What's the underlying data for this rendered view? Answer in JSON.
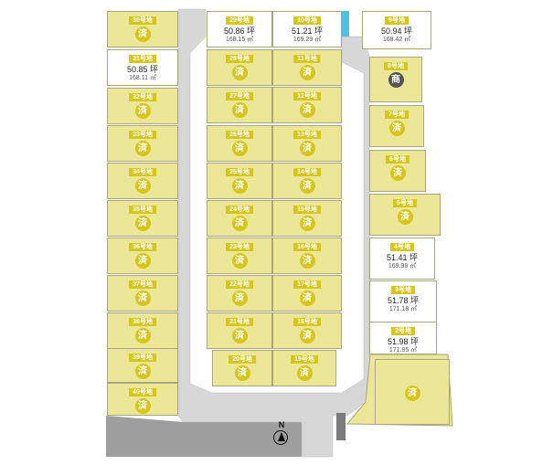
{
  "legend": {
    "sold_mark": "済",
    "shop_mark": "商",
    "north": "N"
  },
  "plots": [
    {
      "id": "p30",
      "label": "30号地",
      "status": "sold"
    },
    {
      "id": "p31",
      "label": "31号地",
      "status": "available",
      "tsubo": "50.85 坪",
      "sqm": "168.11 ㎡"
    },
    {
      "id": "p32",
      "label": "32号地",
      "status": "sold"
    },
    {
      "id": "p33",
      "label": "33号地",
      "status": "sold"
    },
    {
      "id": "p34",
      "label": "34号地",
      "status": "sold"
    },
    {
      "id": "p35",
      "label": "35号地",
      "status": "sold"
    },
    {
      "id": "p36",
      "label": "36号地",
      "status": "sold"
    },
    {
      "id": "p37",
      "label": "37号地",
      "status": "sold"
    },
    {
      "id": "p38",
      "label": "38号地",
      "status": "sold"
    },
    {
      "id": "p39",
      "label": "39号地",
      "status": "sold"
    },
    {
      "id": "p40",
      "label": "40号地",
      "status": "sold"
    },
    {
      "id": "p29",
      "label": "29号地",
      "status": "available",
      "tsubo": "50.86 坪",
      "sqm": "168.15 ㎡"
    },
    {
      "id": "p28",
      "label": "28号地",
      "status": "sold"
    },
    {
      "id": "p27",
      "label": "27号地",
      "status": "sold"
    },
    {
      "id": "p26",
      "label": "26号地",
      "status": "sold"
    },
    {
      "id": "p25",
      "label": "25号地",
      "status": "sold"
    },
    {
      "id": "p24",
      "label": "24号地",
      "status": "sold"
    },
    {
      "id": "p23",
      "label": "23号地",
      "status": "sold"
    },
    {
      "id": "p22",
      "label": "22号地",
      "status": "sold"
    },
    {
      "id": "p21",
      "label": "21号地",
      "status": "sold"
    },
    {
      "id": "p20",
      "label": "20号地",
      "status": "sold"
    },
    {
      "id": "p10",
      "label": "10号地",
      "status": "available",
      "tsubo": "51.21 坪",
      "sqm": "169.29 ㎡"
    },
    {
      "id": "p11",
      "label": "11号地",
      "status": "sold"
    },
    {
      "id": "p12",
      "label": "12号地",
      "status": "sold"
    },
    {
      "id": "p13",
      "label": "13号地",
      "status": "sold"
    },
    {
      "id": "p14",
      "label": "14号地",
      "status": "sold"
    },
    {
      "id": "p15",
      "label": "15号地",
      "status": "sold"
    },
    {
      "id": "p16",
      "label": "16号地",
      "status": "sold"
    },
    {
      "id": "p17",
      "label": "17号地",
      "status": "sold"
    },
    {
      "id": "p18",
      "label": "18号地",
      "status": "sold"
    },
    {
      "id": "p19",
      "label": "19号地",
      "status": "sold"
    },
    {
      "id": "p9",
      "label": "9号地",
      "status": "available",
      "tsubo": "50.94 坪",
      "sqm": "168.42 ㎡"
    },
    {
      "id": "p8",
      "label": "8号地",
      "status": "shop"
    },
    {
      "id": "p7",
      "label": "7号地",
      "status": "sold"
    },
    {
      "id": "p6",
      "label": "6号地",
      "status": "sold"
    },
    {
      "id": "p5",
      "label": "5号地",
      "status": "sold"
    },
    {
      "id": "p4",
      "label": "4号地",
      "status": "available",
      "tsubo": "51.41 坪",
      "sqm": "169.98 ㎡"
    },
    {
      "id": "p3",
      "label": "3号地",
      "status": "available",
      "tsubo": "51.78 坪",
      "sqm": "171.18 ㎡"
    },
    {
      "id": "p2",
      "label": "2号地",
      "status": "available",
      "tsubo": "51.98 坪",
      "sqm": "171.85 ㎡"
    },
    {
      "id": "p1",
      "status": "sold"
    }
  ]
}
